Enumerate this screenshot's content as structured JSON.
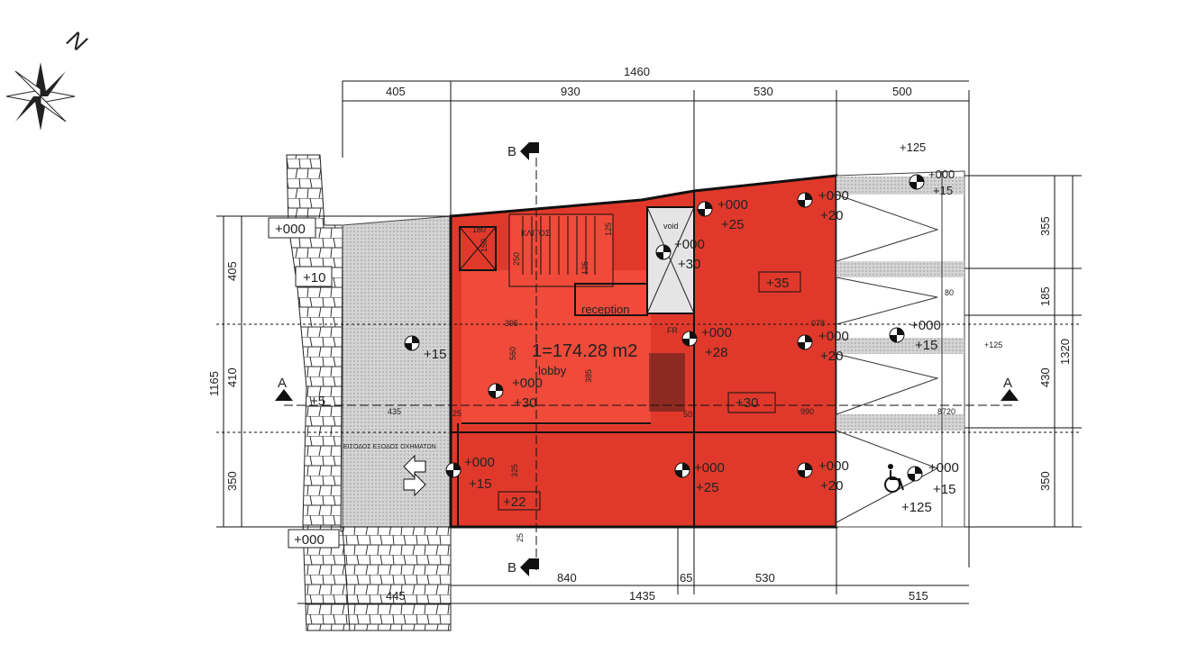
{
  "compass": {
    "north_label": "N"
  },
  "dimensions": {
    "top_total": "1460",
    "top_left": "405",
    "top_mid": "930",
    "top_right": "530",
    "top_far_right": "500",
    "bottom_840": "840",
    "bottom_65": "65",
    "bottom_530": "530",
    "bottom_total": "1435",
    "bottom_right": "515",
    "bottom_left": "445",
    "left_total": "1165",
    "left_405": "405",
    "left_410": "410",
    "left_350": "350",
    "right_355": "355",
    "right_185": "185",
    "right_430": "430",
    "right_350": "350",
    "right_total": "1320",
    "d395": "395",
    "d560": "560",
    "d385": "385",
    "d435": "435",
    "d25a": "25",
    "d325": "325",
    "d25b": "25",
    "d80": "80",
    "d990": "990",
    "d872": "8720",
    "d50": "50",
    "d125a": "125",
    "d125b": "125",
    "d250": "250",
    "d180": "180",
    "d150": "150",
    "d078": "078"
  },
  "sections": {
    "b_top": "B",
    "b_bottom": "B",
    "a_left": "A",
    "a_right": "A"
  },
  "levels": {
    "l000_left": "+000",
    "l10": "+10",
    "l5": "+5",
    "l000_bottom": "+000",
    "l15_left": "+15",
    "l000_lobby": "+000",
    "l30_lobby": "+30",
    "l000_ramp": "+000",
    "l15_ramp": "+15",
    "l22": "+22",
    "l000_void": "+000",
    "l30_void": "+30",
    "l000_tr": "+000",
    "l25_tr": "+25",
    "l35": "+35",
    "l000_mid": "+000",
    "l28": "+28",
    "l30_box": "+30",
    "l000_bm": "+000",
    "l25_bm": "+25",
    "l000_br": "+000",
    "l20_br": "+20",
    "l000_ur": "+000",
    "l20_ur": "+20",
    "l000_cr": "+000",
    "l20_cr": "+20",
    "l000_fr": "+000",
    "l15_fr": "+15",
    "l000_ftop": "+000",
    "l15_ftop": "+15",
    "l125_top": "+125",
    "l125_right": "+125",
    "l000_acc": "+000",
    "l15_acc": "+15",
    "l125_bottom": "+125"
  },
  "labels": {
    "area": "1=174.28 m2",
    "lobby": "lobby",
    "reception": "reception",
    "void": "void",
    "stair": "ΚΛΙΤΟΣ",
    "entrance": "ΕΙΣΟΔΟΣ ΕΞΟΔΟΣ ΟΧΗΜΑΤΩΝ",
    "fr": "FR"
  },
  "colors": {
    "floor_red": "#e0392b",
    "floor_red_light": "#ef4a3a",
    "hatch_gray": "#c9c9c9",
    "line": "#222222"
  }
}
